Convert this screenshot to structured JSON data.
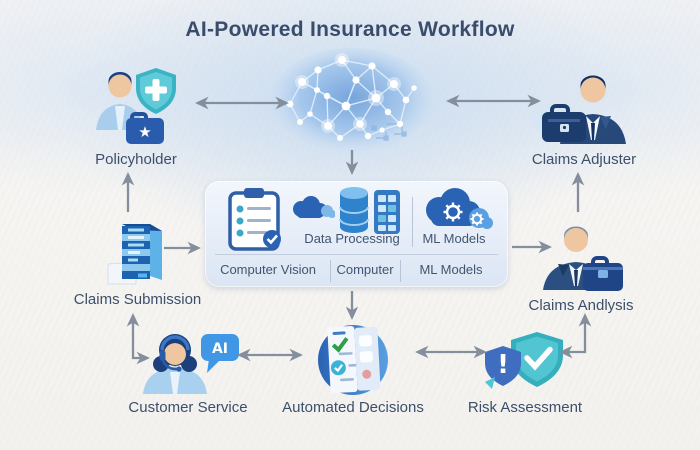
{
  "title": "AI-Powered Insurance Workflow",
  "colors": {
    "text": "#3c4f6b",
    "arrow": "#858e9c",
    "teal": "#35aebe",
    "blue": "#2a63b4",
    "light_blue": "#a9cdec",
    "box_bg": "#e6edf8",
    "bubble_blue": "#3f97e6"
  },
  "nodes": {
    "policyholder": {
      "label": "Policyholder"
    },
    "claims_adjuster": {
      "label": "Claims Adjuster"
    },
    "claims_submission": {
      "label": "Claims Submission"
    },
    "claims_analysis": {
      "label": "Claims Andlysis"
    },
    "customer_service": {
      "label": "Customer Service",
      "bubble": "AI"
    },
    "automated_decisions": {
      "label": "Automated Decisions"
    },
    "risk_assessment": {
      "label": "Risk Assessment"
    }
  },
  "ai_box": {
    "row1": {
      "data_processing": "Data Processing",
      "ml_models": "ML Models"
    },
    "row2": {
      "computer_vision": "Computer Vision",
      "computer": "Computer",
      "ml_models": "ML Models"
    }
  }
}
